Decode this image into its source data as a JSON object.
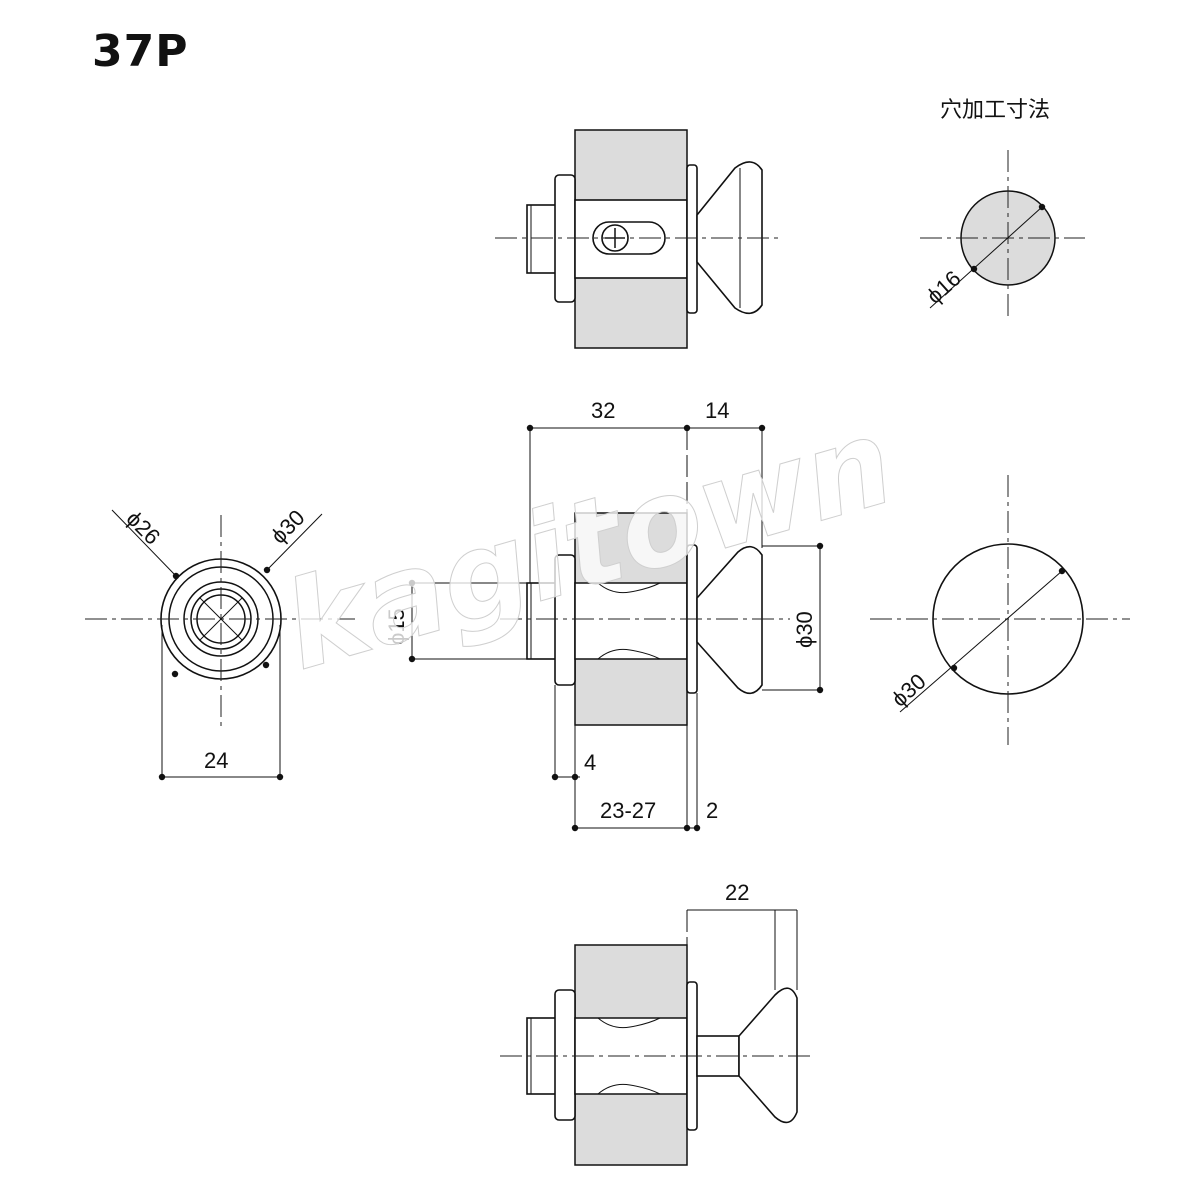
{
  "title": "37P",
  "hole_title": "穴加工寸法",
  "watermark": "kagitown",
  "dimensions": {
    "top_hole_dia": "ϕ16",
    "front_d26": "ϕ26",
    "front_d30": "ϕ30",
    "front_24": "24",
    "side_32": "32",
    "side_14": "14",
    "side_d15": "ϕ15",
    "side_d30": "ϕ30",
    "side_4": "4",
    "side_2327": "23-27",
    "side_2": "2",
    "right_d30": "ϕ30",
    "bottom_22": "22"
  },
  "colors": {
    "line": "#111111",
    "wall": "#dcdcdc",
    "hole_fill": "#dcdcdc"
  }
}
